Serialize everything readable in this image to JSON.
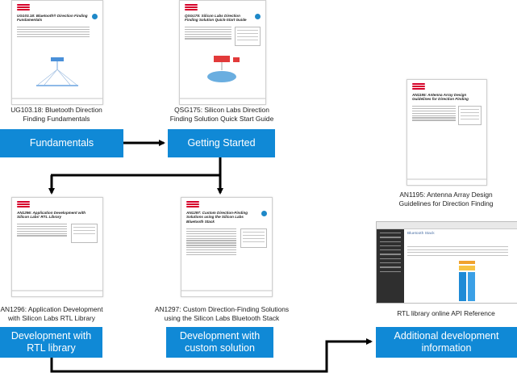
{
  "thumbnails": {
    "ug103": {
      "title": "UG103.18: Bluetooth® Direction Finding Fundamentals"
    },
    "qsg175": {
      "title": "QSG175: Silicon Labs Direction Finding Solution Quick-Start Guide"
    },
    "an1195": {
      "title": "AN1195: Antenna Array Design Guidelines for Direction Finding"
    },
    "an1296": {
      "title": "AN1296: Application Development with Silicon Labs' RTL Library"
    },
    "an1297": {
      "title": "AN1297: Custom Direction-Finding Solutions using the Silicon Labs Bluetooth Stack"
    },
    "api": {
      "heading": "Bluetooth Stack"
    }
  },
  "captions": {
    "ug103": [
      "UG103.18: Bluetooth Direction",
      "Finding Fundamentals"
    ],
    "qsg175": [
      "QSG175: Silicon Labs Direction",
      "Finding Solution Quick Start Guide"
    ],
    "an1195": [
      "AN1195: Antenna Array Design",
      "Guidelines for Direction Finding"
    ],
    "an1296": [
      "AN1296: Application Development",
      "with Silicon Labs RTL Library"
    ],
    "an1297": [
      "AN1297: Custom Direction-Finding Solutions",
      "using the Silicon Labs Bluetooth Stack"
    ],
    "api": "RTL library online API Reference"
  },
  "boxes": {
    "fundamentals": [
      "Fundamentals"
    ],
    "getting_started": [
      "Getting Started"
    ],
    "dev_rtl": [
      "Development with",
      "RTL library"
    ],
    "dev_custom": [
      "Development with",
      "custom solution"
    ],
    "additional": [
      "Additional development",
      "information"
    ]
  },
  "colors": {
    "box_fill": "#1089d6",
    "box_text": "#ffffff",
    "arrow": "#000000",
    "accent": "#d6002a"
  }
}
